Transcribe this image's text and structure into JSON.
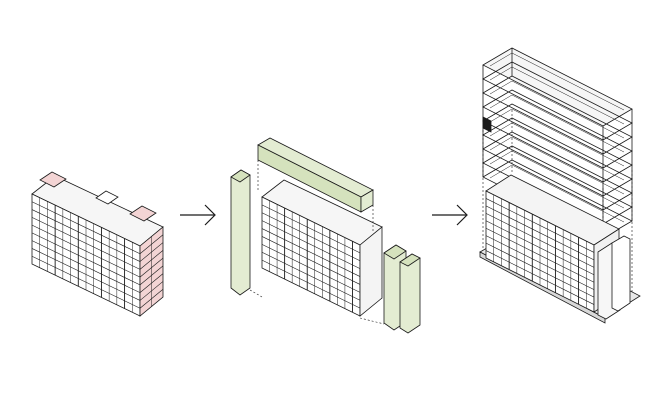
{
  "diagram": {
    "steps": [
      {
        "id": "existing-building",
        "annex_color": "#f3d4d4"
      },
      {
        "id": "added-volumes",
        "volume_color": "#e3ecd2"
      },
      {
        "id": "stacked-result",
        "floors": 9
      }
    ],
    "arrows": 2,
    "colors": {
      "line": "#1a1a1a",
      "face_light": "#ffffff",
      "face_mid": "#f4f4f4",
      "face_dark": "#e6e6e6",
      "annex": "#f3d4d4",
      "green": "#e3ecd2",
      "green_dark": "#d5e2bd"
    }
  }
}
